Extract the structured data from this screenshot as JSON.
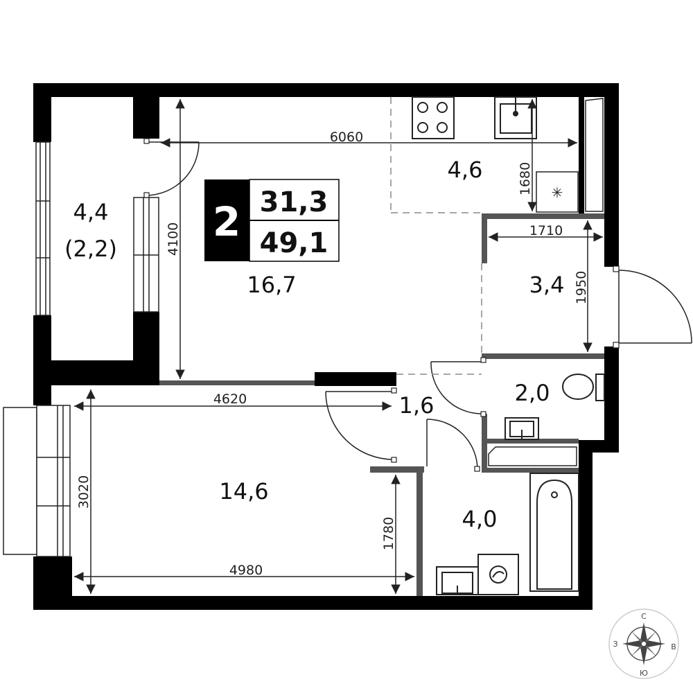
{
  "rooms": {
    "balcony_area": "4,4",
    "balcony_area_reduced": "(2,2)",
    "living_room": "16,7",
    "kitchen": "4,6",
    "hall": "3,4",
    "wc": "2,0",
    "corridor": "1,6",
    "bedroom": "14,6",
    "bathroom": "4,0"
  },
  "badge": {
    "rooms_count": "2",
    "living_area": "31,3",
    "total_area": "49,1"
  },
  "dimensions": {
    "living_width": "6060",
    "living_height": "4100",
    "kitchen_depth": "1680",
    "hall_width": "1710",
    "hall_depth": "1950",
    "bedroom_top_width": "4620",
    "bedroom_height": "3020",
    "bedroom_bottom_width": "4980",
    "bedroom_partial_height": "1780"
  },
  "compass": {
    "north": "С",
    "south": "Ю",
    "west": "З",
    "east": "В"
  },
  "colors": {
    "wall": "#000000",
    "partition": "#555555",
    "dashed_zone": "#888888",
    "dim_line": "#222222"
  }
}
